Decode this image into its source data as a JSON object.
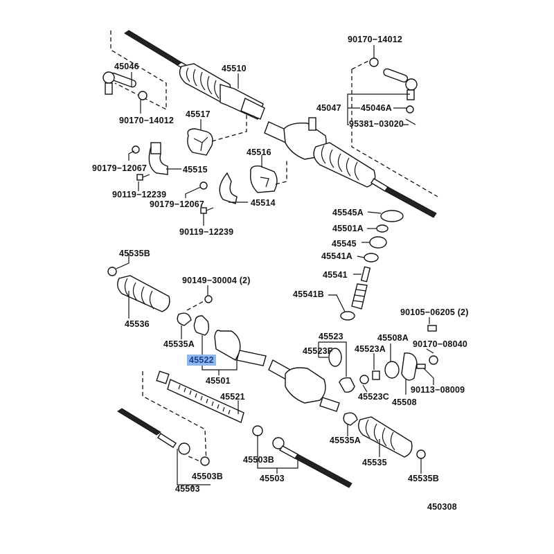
{
  "diagram": {
    "title": "Steering rack & pinion exploded parts diagram",
    "figure_code": "450308",
    "highlight_color": "#8fb7ee",
    "highlighted_part": "45522",
    "labels": {
      "p45046": "45046",
      "p45510": "45510",
      "n90170_14012_left": "90170−14012",
      "n90170_14012_right": "90170−14012",
      "p45517": "45517",
      "p45047": "45047",
      "p45046A": "45046A",
      "n95381_03020": "95381−03020",
      "n90179_12067_a": "90179−12067",
      "p45515": "45515",
      "p45516": "45516",
      "n90119_12239_a": "90119−12239",
      "n90179_12067_b": "90179−12067",
      "p45514": "45514",
      "n90119_12239_b": "90119−12239",
      "p45545A": "45545A",
      "p45501A": "45501A",
      "p45545": "45545",
      "p45541A": "45541A",
      "p45541": "45541",
      "p45541B": "45541B",
      "p45535B_top": "45535B",
      "n90149_30004": "90149−30004 (2)",
      "p45536": "45536",
      "p45535A_left": "45535A",
      "p45522": "45522",
      "p45501": "45501",
      "p45523": "45523",
      "p45523F": "45523F",
      "p45523A": "45523A",
      "p45508A": "45508A",
      "n90105_06205": "90105−06205 (2)",
      "n90170_08040": "90170−08040",
      "n90113_08009": "90113−08009",
      "p45523C": "45523C",
      "p45508": "45508",
      "p45521": "45521",
      "p45503B_left": "45503B",
      "p45503_left": "45503",
      "p45503B_right": "45503B",
      "p45503_right": "45503",
      "p45535A_right": "45535A",
      "p45535": "45535",
      "p45535B_bottom": "45535B",
      "figure_code": "450308"
    }
  }
}
